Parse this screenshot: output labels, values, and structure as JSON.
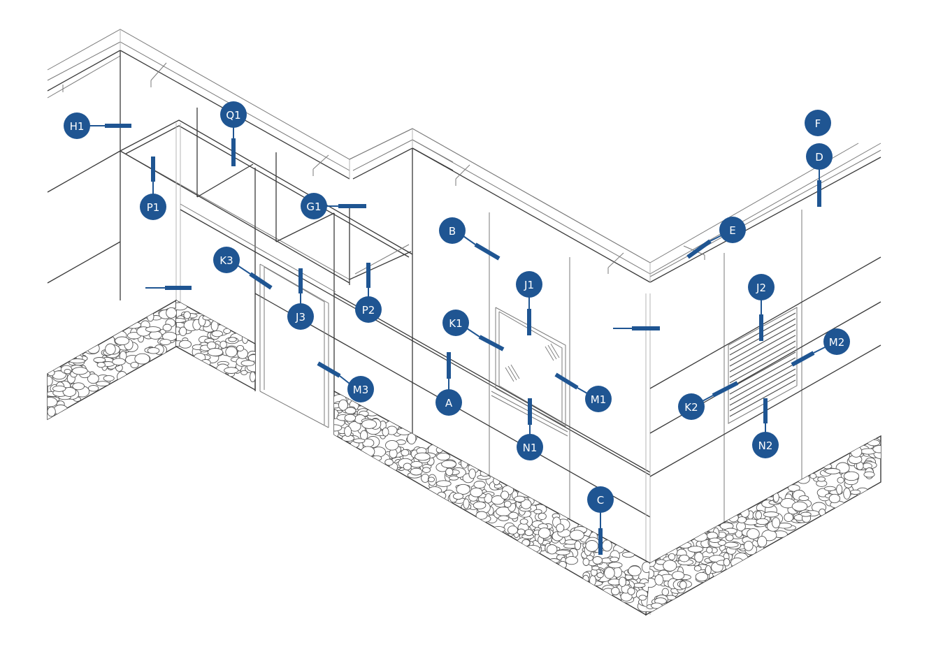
{
  "diagram": {
    "title": "Isometric building facade with labeled components",
    "accent_color": "#1f5592",
    "line_color": "#3a3a3a",
    "background": "#ffffff",
    "callouts": [
      {
        "id": "H1",
        "label": "H1"
      },
      {
        "id": "Q1",
        "label": "Q1"
      },
      {
        "id": "P1",
        "label": "P1"
      },
      {
        "id": "G1",
        "label": "G1"
      },
      {
        "id": "K3",
        "label": "K3"
      },
      {
        "id": "J3",
        "label": "J3"
      },
      {
        "id": "P2",
        "label": "P2"
      },
      {
        "id": "M3",
        "label": "M3"
      },
      {
        "id": "B",
        "label": "B"
      },
      {
        "id": "J1",
        "label": "J1"
      },
      {
        "id": "K1",
        "label": "K1"
      },
      {
        "id": "A",
        "label": "A"
      },
      {
        "id": "M1",
        "label": "M1"
      },
      {
        "id": "N1",
        "label": "N1"
      },
      {
        "id": "C",
        "label": "C"
      },
      {
        "id": "E",
        "label": "E"
      },
      {
        "id": "F",
        "label": "F"
      },
      {
        "id": "D",
        "label": "D"
      },
      {
        "id": "J2",
        "label": "J2"
      },
      {
        "id": "M2",
        "label": "M2"
      },
      {
        "id": "K2",
        "label": "K2"
      },
      {
        "id": "N2",
        "label": "N2"
      }
    ],
    "unlabeled_pointers": [
      {
        "id": "left-panel-joint"
      },
      {
        "id": "corner-panel-joint"
      }
    ]
  }
}
